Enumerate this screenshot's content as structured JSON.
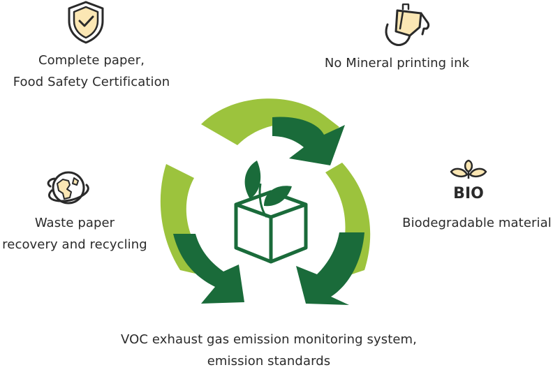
{
  "features": {
    "food_safety": {
      "icon": "shield-check-icon",
      "lines": [
        "Complete paper,",
        "Food Safety Certification"
      ]
    },
    "ink": {
      "icon": "paint-bucket-icon",
      "lines": [
        "No Mineral printing ink"
      ]
    },
    "bio": {
      "icon": "sprout-icon",
      "badge": "BIO",
      "lines": [
        "Biodegradable material"
      ]
    },
    "waste": {
      "icon": "globe-icon",
      "lines": [
        "Waste paper",
        "recovery and recycling"
      ]
    },
    "voc": {
      "lines": [
        "VOC exhaust gas emission monitoring system,",
        "emission standards"
      ]
    }
  },
  "center": {
    "icon": "recycle-box-leaf-icon"
  },
  "colors": {
    "light_green": "#9cc33d",
    "dark_green": "#1a6b3a",
    "icon_fill": "#fbe7b4",
    "icon_stroke": "#2a2a2a",
    "text": "#2a2a2a"
  }
}
